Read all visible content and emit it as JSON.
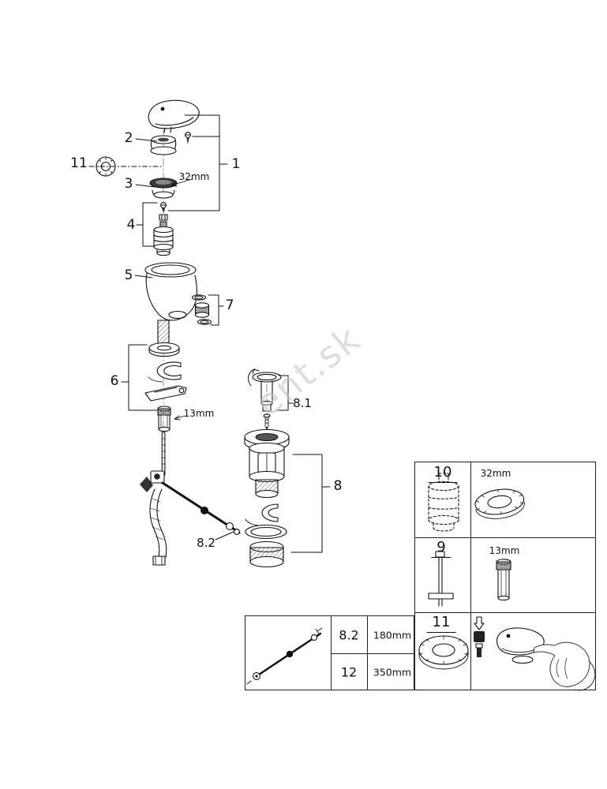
{
  "watermark": "ent.sk",
  "labels": {
    "p1": "1",
    "p2": "2",
    "p3": "3",
    "p4": "4",
    "p5": "5",
    "p6": "6",
    "p7": "7",
    "p8": "8",
    "p8_1": "8.1",
    "p8_2": "8.2",
    "p11": "11",
    "dim32": "32mm",
    "dim13": "13mm"
  },
  "parts_table": {
    "rows": [
      {
        "num": "10",
        "dim": "32mm"
      },
      {
        "num": "9",
        "dim": "13mm"
      },
      {
        "num": "11"
      }
    ]
  },
  "lengths_table": {
    "rows": [
      {
        "num": "8.2",
        "len": "180mm"
      },
      {
        "num": "12",
        "len": "350mm"
      }
    ]
  }
}
